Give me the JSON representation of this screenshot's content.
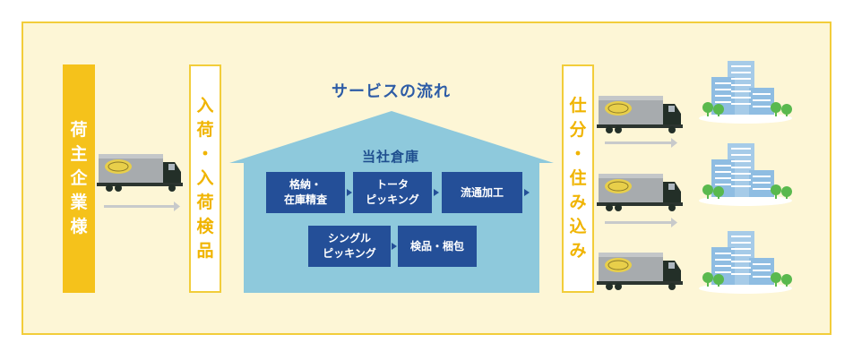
{
  "title": "サービスの流れ",
  "warehouse": {
    "label": "当社倉庫",
    "steps": [
      {
        "lines": [
          "格納・",
          "在庫精査"
        ]
      },
      {
        "lines": [
          "トータ",
          "ピッキング"
        ]
      },
      {
        "lines": [
          "流通加工"
        ]
      },
      {
        "lines": [
          "シングル",
          "ピッキング"
        ]
      },
      {
        "lines": [
          "検品・梱包"
        ]
      }
    ]
  },
  "shipper": {
    "chars": [
      "荷",
      "主",
      "企",
      "業",
      "様"
    ]
  },
  "receiving": {
    "chars": [
      "入",
      "荷",
      "・",
      "入",
      "荷",
      "検",
      "品"
    ]
  },
  "dispatch": {
    "chars": [
      "仕",
      "分",
      "・",
      "住",
      "み",
      "込",
      "み"
    ]
  },
  "colors": {
    "frame_bg": "#fdf6d6",
    "frame_border": "#f2cd3a",
    "accent_yellow": "#f5c21b",
    "warehouse": "#8ec9dc",
    "step_box": "#244f98",
    "title_blue": "#2d5ca6"
  },
  "icons": [
    "truck-icon",
    "building-icon",
    "tree-icon",
    "arrow-icon"
  ]
}
